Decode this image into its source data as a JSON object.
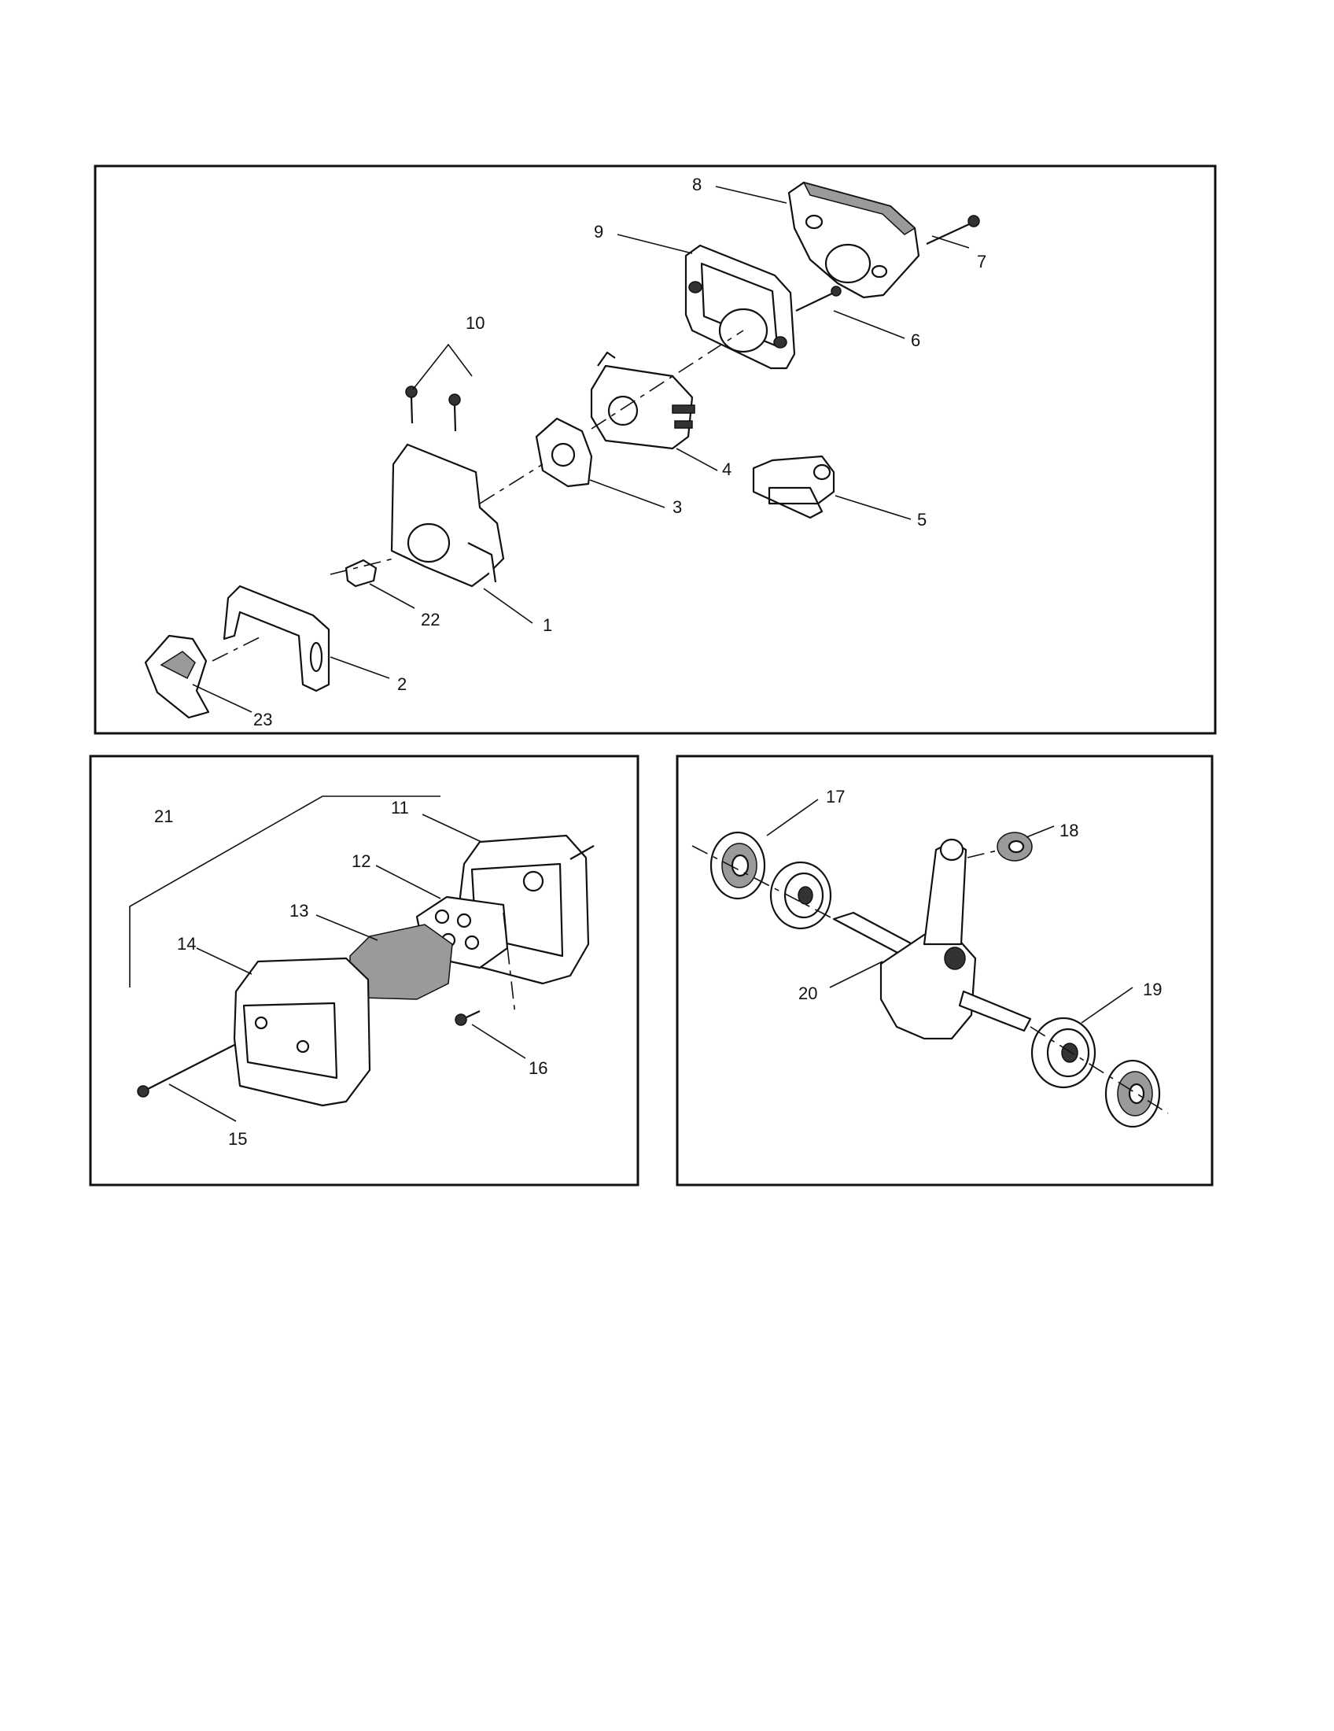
{
  "panels": [
    {
      "id": "carburetor-airbox",
      "callouts": [
        {
          "key": "p1",
          "label": "1"
        },
        {
          "key": "p2",
          "label": "2"
        },
        {
          "key": "p3",
          "label": "3"
        },
        {
          "key": "p4",
          "label": "4"
        },
        {
          "key": "p5",
          "label": "5"
        },
        {
          "key": "p6",
          "label": "6"
        },
        {
          "key": "p7",
          "label": "7"
        },
        {
          "key": "p8",
          "label": "8"
        },
        {
          "key": "p9",
          "label": "9"
        },
        {
          "key": "p10",
          "label": "10"
        },
        {
          "key": "p22",
          "label": "22"
        },
        {
          "key": "p23",
          "label": "23"
        }
      ]
    },
    {
      "id": "muffler",
      "callouts": [
        {
          "key": "p11",
          "label": "11"
        },
        {
          "key": "p12",
          "label": "12"
        },
        {
          "key": "p13",
          "label": "13"
        },
        {
          "key": "p14",
          "label": "14"
        },
        {
          "key": "p15",
          "label": "15"
        },
        {
          "key": "p16",
          "label": "16"
        },
        {
          "key": "p21",
          "label": "21"
        }
      ]
    },
    {
      "id": "crankshaft",
      "callouts": [
        {
          "key": "p17",
          "label": "17"
        },
        {
          "key": "p18",
          "label": "18"
        },
        {
          "key": "p19",
          "label": "19"
        },
        {
          "key": "p20",
          "label": "20"
        }
      ]
    }
  ]
}
